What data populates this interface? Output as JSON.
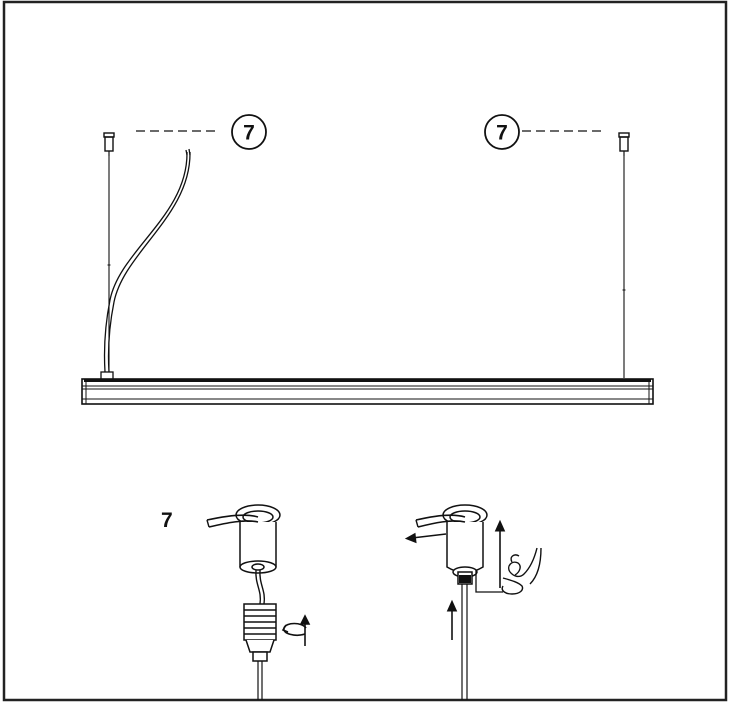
{
  "diagram": {
    "callouts": {
      "left": "7",
      "right": "7"
    },
    "detail_step_label": "7",
    "colors": {
      "line": "#111111",
      "frame": "#222222",
      "background": "#ffffff"
    },
    "icons": {
      "rotate": "rotate-arrow-icon",
      "hand": "hand-press-icon",
      "arrow_up": "arrow-up-icon",
      "arrow_left": "arrow-left-icon"
    }
  }
}
